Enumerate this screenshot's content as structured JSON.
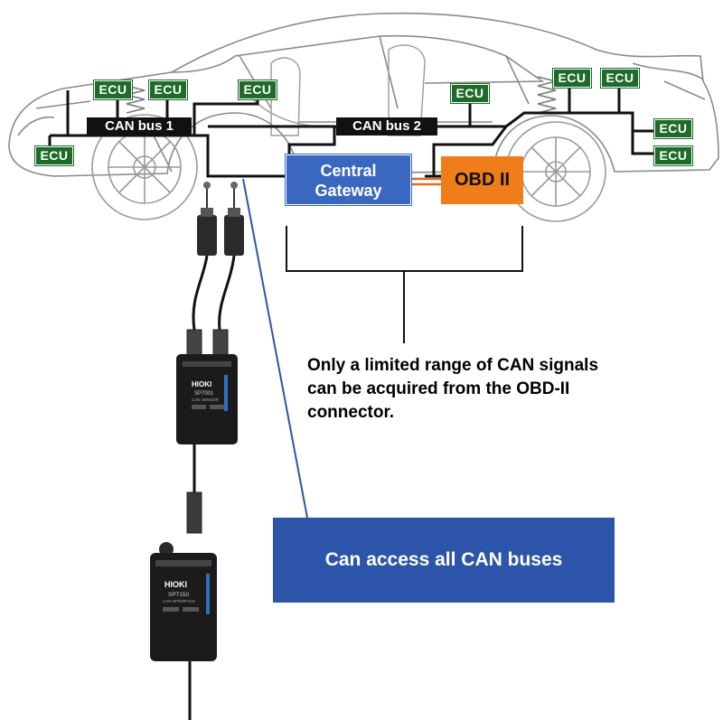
{
  "diagram": {
    "ecu_label": "ECU",
    "bus1_label": "CAN bus 1",
    "bus2_label": "CAN bus 2",
    "gateway_label_line1": "Central",
    "gateway_label_line2": "Gateway",
    "obd_label": "OBD II",
    "obd_note_line1": "Only a limited range of CAN signals",
    "obd_note_line2": "can be acquired from the OBD-II",
    "obd_note_line3": "connector.",
    "access_label": "Can access all CAN buses",
    "device1": {
      "brand": "HIOKI",
      "model": "SP7001",
      "subtitle": "CAN SENSOR"
    },
    "device2": {
      "brand": "HIOKI",
      "model": "SP7150",
      "subtitle": "CAN INTERFACE"
    }
  },
  "colors": {
    "gateway": "#3a68c0",
    "obd": "#ef7d1a",
    "access_box": "#2c54a8",
    "ecu": "#1e6b2a",
    "bus": "#111111",
    "probe_line": "#2c54a8"
  }
}
